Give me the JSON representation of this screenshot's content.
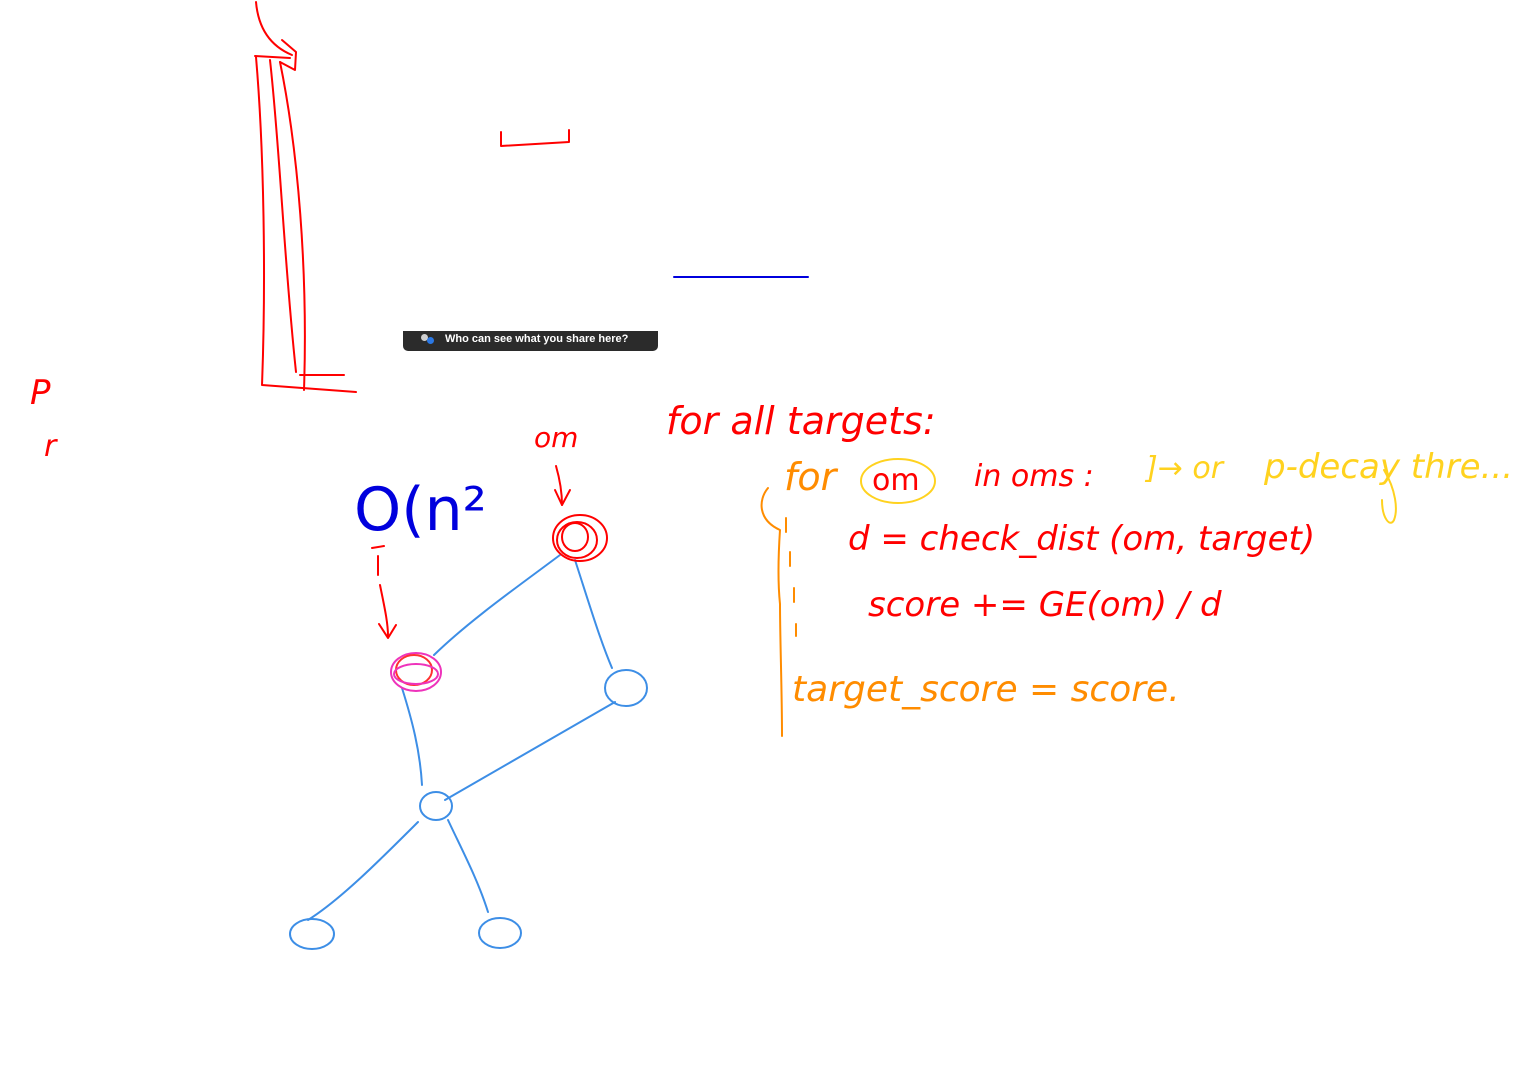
{
  "whiteboard": {
    "share_tooltip": {
      "label": "Who can see what you share here?",
      "icon": "people-icon"
    },
    "ink_colors": {
      "red": "#ff0000",
      "blue": "#0000dd",
      "light_blue": "#3d8ee6",
      "orange": "#ff8c00",
      "yellow": "#ffd21f",
      "magenta": "#ee33bb"
    },
    "notes": {
      "left_p": "P",
      "left_r": "r",
      "complexity": "O(n²",
      "om_label": "om",
      "for_targets": "for all targets:",
      "for_om": "for",
      "om_circled": "om",
      "in_oms": "in oms :",
      "arrow_or": "]→ or",
      "decay": "p-decay thre...",
      "dist_line": "d = check_dist (om, target)",
      "score_line": "score += GE(om) / d",
      "target_score": "target_score = score."
    }
  }
}
